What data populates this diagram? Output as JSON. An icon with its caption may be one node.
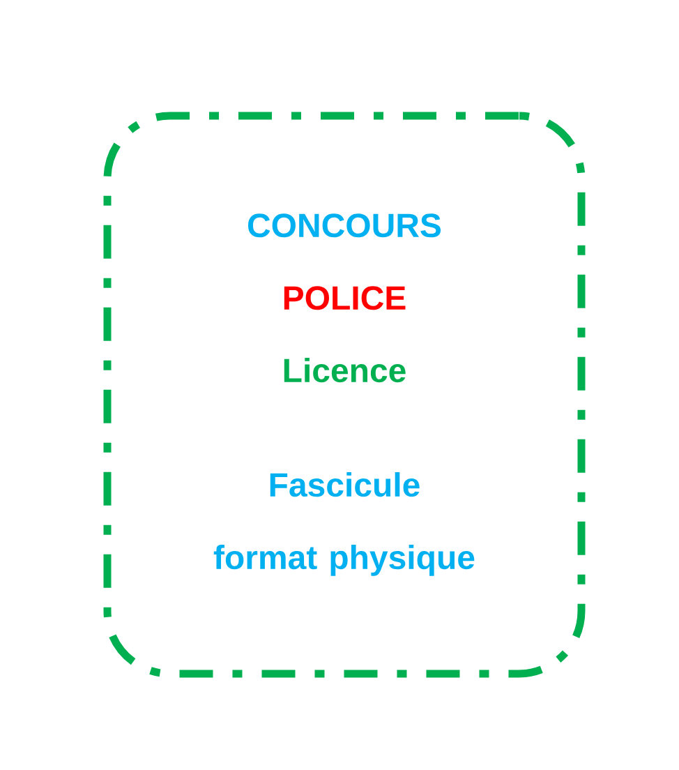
{
  "diagram": {
    "nodes": [
      {
        "text": [
          "CONCOURS",
          "POLICE",
          "Licence",
          "Fascicule format physique"
        ]
      }
    ]
  }
}
